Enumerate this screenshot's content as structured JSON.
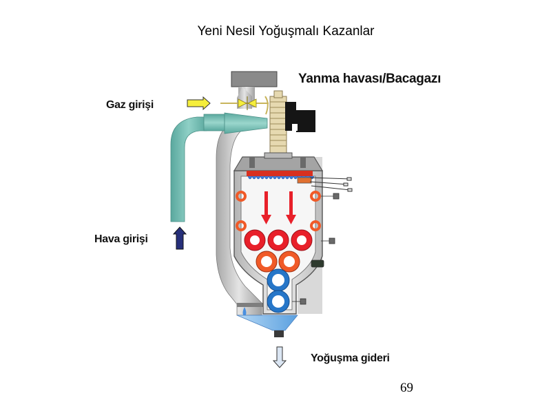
{
  "title": "Yeni Nesil Yoğuşmalı Kazanlar",
  "labels": {
    "flue_gas": "Yanma havası/Bacagazı",
    "gas_inlet": "Gaz girişi",
    "air_inlet": "Hava girişi",
    "condensate_drain": "Yoğuşma gideri"
  },
  "page_number": "69",
  "colors": {
    "air_duct": "#6fb5ab",
    "housing": "#c8c8c8",
    "hot_tube": "#e8202a",
    "warm_tube": "#f05a28",
    "cold_tube": "#2676c8",
    "burner_bar": "#d83020",
    "flame": "#3a7ad8",
    "gas_arrow": "#f5ee3c",
    "air_arrow": "#262f7a",
    "fan": "#151515",
    "fan_box": "#e6d9b0"
  }
}
